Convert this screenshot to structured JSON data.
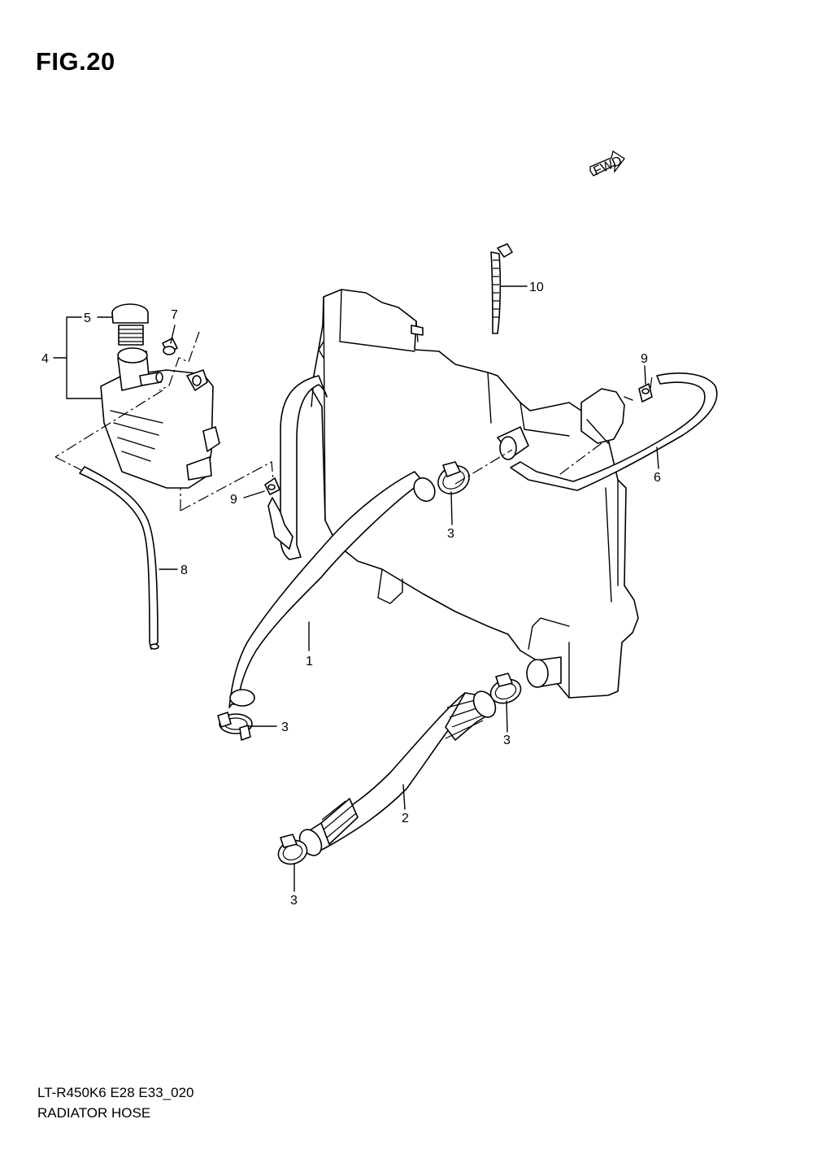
{
  "figure": {
    "title": "FIG.20"
  },
  "footer": {
    "model_code": "LT-R450K6 E28 E33_020",
    "section_name": "RADIATOR HOSE"
  },
  "direction_badge": {
    "label": "FWD"
  },
  "callouts": [
    {
      "id": "c1",
      "label": "1"
    },
    {
      "id": "c2",
      "label": "2"
    },
    {
      "id": "c3a",
      "label": "3"
    },
    {
      "id": "c3b",
      "label": "3"
    },
    {
      "id": "c3c",
      "label": "3"
    },
    {
      "id": "c3d",
      "label": "3"
    },
    {
      "id": "c4",
      "label": "4"
    },
    {
      "id": "c5",
      "label": "5"
    },
    {
      "id": "c6",
      "label": "6"
    },
    {
      "id": "c7",
      "label": "7"
    },
    {
      "id": "c8",
      "label": "8"
    },
    {
      "id": "c9a",
      "label": "9"
    },
    {
      "id": "c9b",
      "label": "9"
    },
    {
      "id": "c10",
      "label": "10"
    }
  ]
}
